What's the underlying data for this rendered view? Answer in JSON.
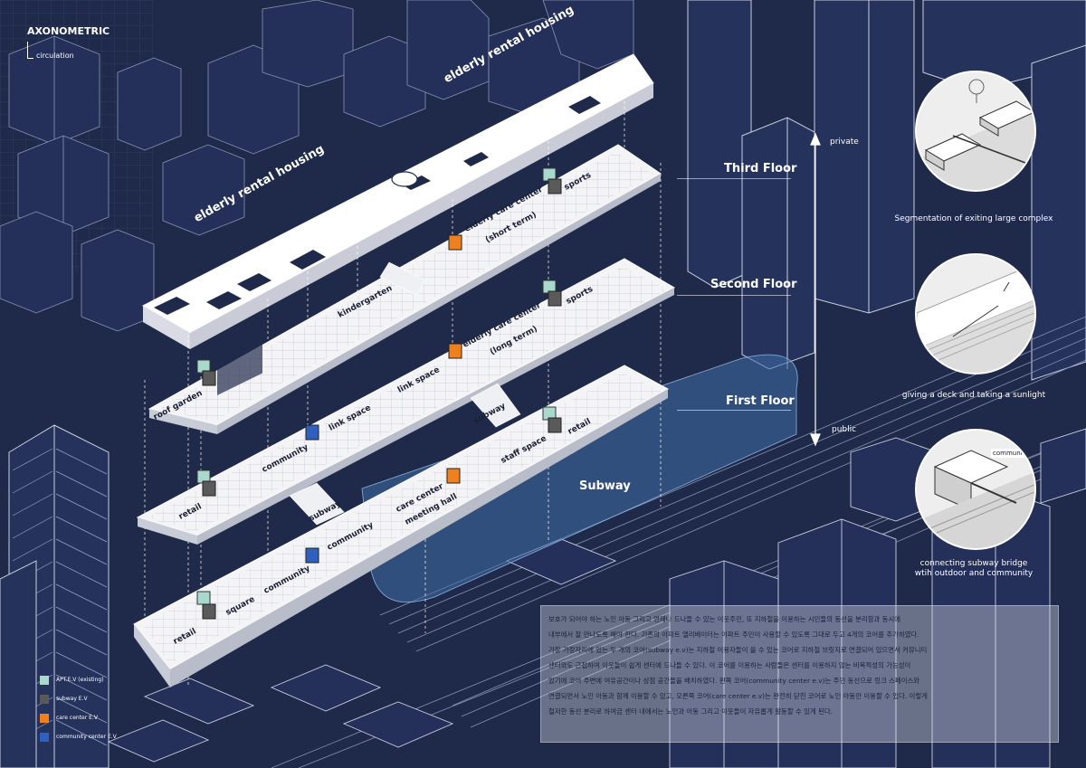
{
  "header": {
    "title": "AXONOMETRIC",
    "subtitle": "circulation"
  },
  "floors": {
    "third": "Third Floor",
    "second": "Second Floor",
    "first": "First Floor",
    "subway": "Subway"
  },
  "privacy_scale": {
    "top": "private",
    "bottom": "public"
  },
  "roof_labels": {
    "upper": "elderly rental housing",
    "lower": "elderly rental housing"
  },
  "space_labels": {
    "third_kindergarten": "kindergarten",
    "third_care": "elderly care center",
    "third_care_sub": "(short term)",
    "third_sports": "sports",
    "second_roof_garden": "roof garden",
    "second_link_space_a": "link space",
    "second_link_space_b": "link space",
    "second_care": "elderly care center",
    "second_care_sub": "(long term)",
    "second_sports": "sports",
    "first_retail_a": "retail",
    "first_community": "community",
    "first_subway": "subway",
    "first_staff_space": "staff space",
    "first_retail_b": "retail",
    "ground_retail": "retail",
    "ground_square": "square",
    "ground_community_a": "community",
    "ground_subway": "subway",
    "ground_community_b": "community",
    "ground_care": "care center",
    "ground_meeting_hall": "meeting hall"
  },
  "callouts": [
    {
      "caption": "Segmentation of exiting large complex"
    },
    {
      "caption": "giving a deck and taking a sunlight"
    },
    {
      "caption": "connecting subway bridge",
      "caption2": "wtih outdoor and community",
      "label": "community"
    }
  ],
  "legend": [
    {
      "label": "APT.E.V (existing)",
      "color": "#a9d8cc"
    },
    {
      "label": "subway E.V",
      "color": "#5a5a5a"
    },
    {
      "label": "care center E.V",
      "color": "#f07f1e"
    },
    {
      "label": "community center E.V",
      "color": "#2f5fbf"
    }
  ],
  "colors": {
    "background": "#1f2a4b",
    "subway_band": "#3f6ea8",
    "care_ev": "#f07f1e",
    "community_ev": "#2f5fbf",
    "apt_ev": "#a9d8cc",
    "subway_ev": "#5a5a5a"
  },
  "notes": {
    "lines": [
      "보호가 되어야 하는 노인 아동 그리고 언제나 드나들 수 있는 이웃주민, 또 지하철을 이용하는 시민들의 동선을 분리함과 동시에",
      "내부에서 잘 만나도록 해야 한다. 기존의 아파트 엘리베이터는 아파트 주민이 사용할 수 있도록 그대로 두고 4개의 코어를 추가하였다.",
      "가장 가장자리에 있는 두 개의 코어(subway e.v)는 지하철 이용자들이 쓸 수 있는 코어로 지하철 브릿지로 연결되어 있으면서 커뮤니티",
      "센터와도 근접하여 이웃들이 쉽게 센터에 드나들 수 있다. 이 코어를 이용하는 사람들은 센터를 이용하지 않는 비목적성의 가능성이",
      "있기에 코어 주변에 여유공간이나 상점 공간들을 배치하였다. 왼쪽 코어(community center e.v)는 주민 동선으로 링크 스페이스와",
      "연결되면서 노인 아동과 함께 이용할 수 있고, 오른쪽 코어(care center e.v)는 완전히 닫힌 코어로 노인 아동만 이용할 수 있다. 이렇게",
      "철저한 동선 분리로 하여금 센터 내에서는 노인과 아동 그리고 이웃들이 자유롭게 활동할 수 있게 된다."
    ]
  }
}
